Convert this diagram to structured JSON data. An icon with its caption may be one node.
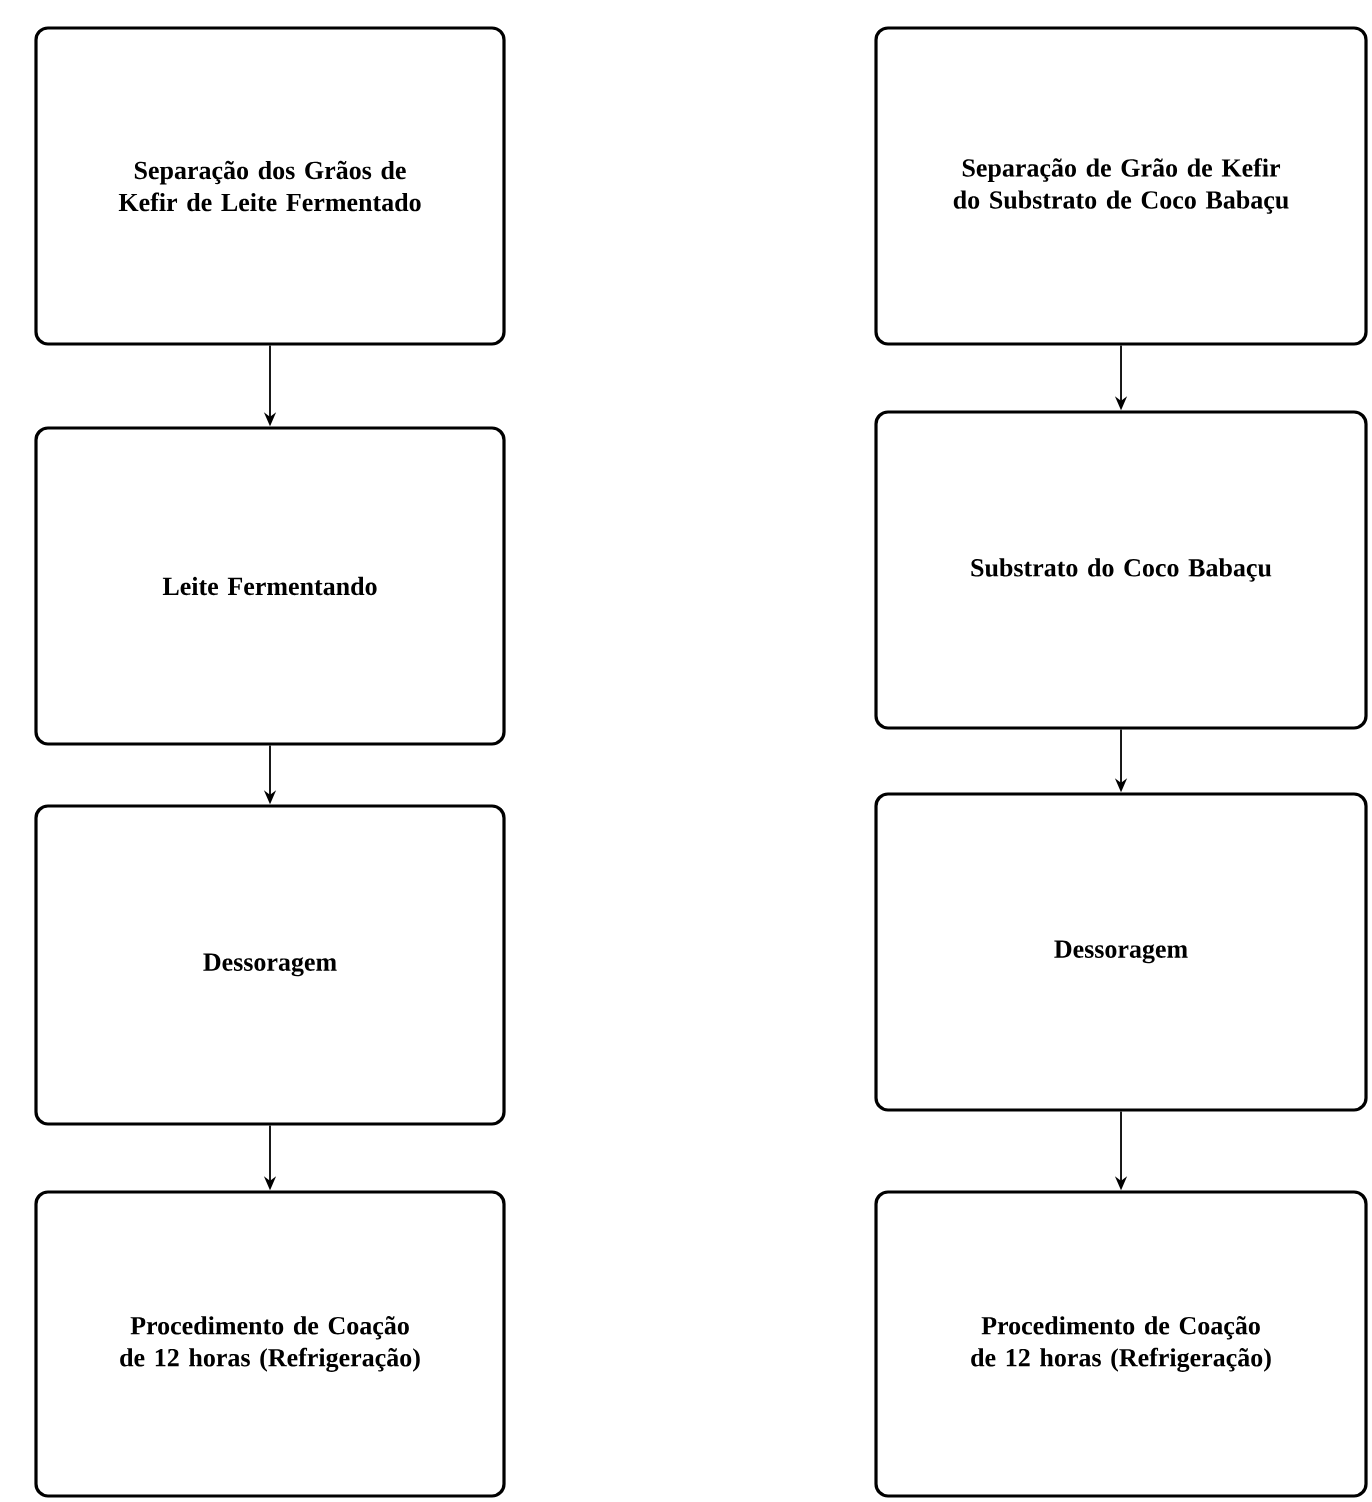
{
  "diagram": {
    "nodes": [
      {
        "text": [
          "Separação dos Grãos de Kefir de Leite Fermentado"
        ]
      },
      {
        "text": [
          "Leite Fermentando"
        ]
      },
      {
        "text": [
          "Dessoragem"
        ]
      },
      {
        "text": [
          "Procedimento de Coação de 12 horas (Refrigeração)"
        ]
      },
      {
        "text": [
          "Separação de Grão de Kefir do Substrato de Coco Babaçu"
        ]
      },
      {
        "text": [
          "Substrato do Coco Babaçu"
        ]
      },
      {
        "text": [
          "Dessoragem"
        ]
      },
      {
        "text": [
          "Procedimento de Coação de 12 horas (Refrigeração)"
        ]
      }
    ],
    "edges": [
      {
        "from": 0,
        "to": 1,
        "arrow": "to"
      },
      {
        "from": 1,
        "to": 2,
        "arrow": "to"
      },
      {
        "from": 2,
        "to": 3,
        "arrow": "to"
      },
      {
        "from": 4,
        "to": 5,
        "arrow": "to"
      },
      {
        "from": 5,
        "to": 6,
        "arrow": "to"
      },
      {
        "from": 6,
        "to": 7,
        "arrow": "to"
      }
    ]
  }
}
